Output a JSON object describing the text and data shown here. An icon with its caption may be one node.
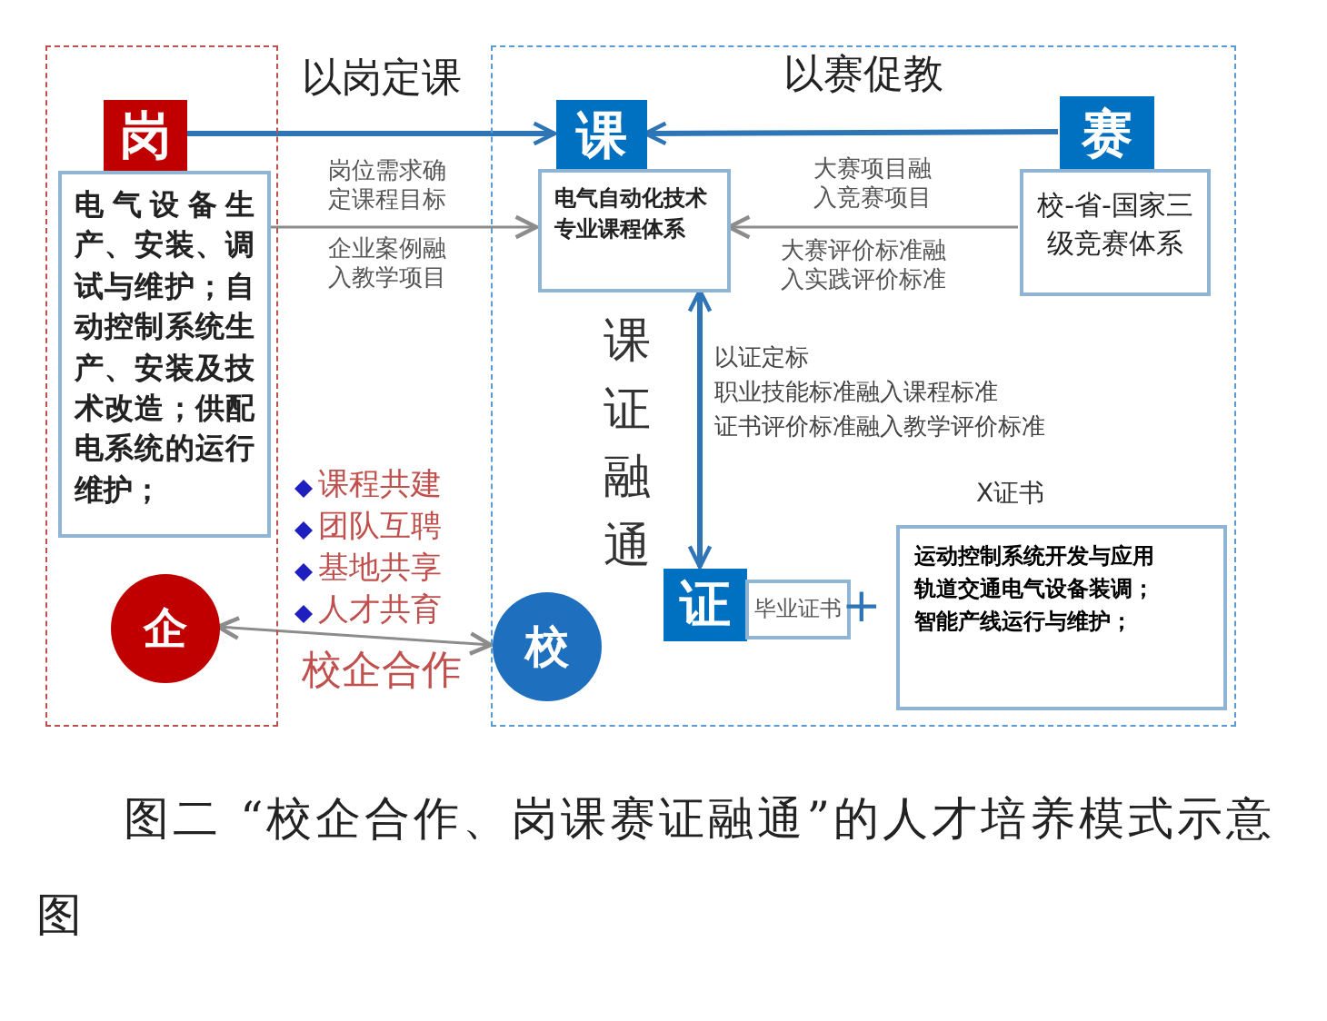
{
  "diagram": {
    "caption": "图二 “校企合作、岗课赛证融通”的人才培养模式示意图",
    "nodes": [
      {
        "text": [],
        "shape": "box"
      },
      {
        "text": [],
        "shape": "box"
      },
      {
        "text": [
          "岗"
        ],
        "in": 0
      },
      {
        "text": [
          "电气设备生产、安装、调试与维护；自动控制系统生产、安装及技术改造；供配电系统的运行维护；"
        ],
        "in": 0
      },
      {
        "text": [
          "企"
        ],
        "in": 0
      },
      {
        "text": [
          "课"
        ],
        "in": 1
      },
      {
        "text": [
          "电气自动化技术专业课程体系"
        ],
        "in": 1
      },
      {
        "text": [
          "赛"
        ],
        "in": 1
      },
      {
        "text": [
          "校-省-国家三级竞赛体系"
        ],
        "in": 1
      },
      {
        "text": [
          "证"
        ],
        "in": 1
      },
      {
        "text": [
          "毕业证书"
        ],
        "in": 1
      },
      {
        "text": [
          "X证书",
          "运动控制系统开发与应用",
          "轨道交通电气设备装调；",
          "智能产线运行与维护；"
        ],
        "in": 1
      },
      {
        "text": [
          "校"
        ],
        "in": 1
      }
    ],
    "edges": [
      {
        "from": 2,
        "to": 5,
        "arrow": "to",
        "label": "以岗定课",
        "style": "thick"
      },
      {
        "from": 7,
        "to": 5,
        "arrow": "to",
        "label": "以赛促教",
        "style": "thick"
      },
      {
        "from": 3,
        "to": 6,
        "arrow": "to",
        "label": "岗位需求确定课程目标",
        "color": "#8c8c8c"
      },
      {
        "from": 8,
        "to": 6,
        "arrow": "to",
        "label": "大赛项目融入竞赛项目",
        "color": "#8c8c8c"
      },
      {
        "from": 9,
        "to": 6,
        "arrow": "both",
        "label": "课证融通",
        "style": "thick"
      },
      {
        "from": 4,
        "to": 12,
        "arrow": "both",
        "label": "校企合作",
        "color": "#8c8c8c"
      }
    ],
    "labels": [
      "企业案例融入教学项目",
      "大赛评价标准融入实践评价标准",
      "以证定标",
      "职业技能标准融入课程标准",
      "证书评价标准融入教学评价标准",
      "课程共建",
      "团队互聘",
      "基地共享",
      "人才共育",
      "+"
    ]
  }
}
